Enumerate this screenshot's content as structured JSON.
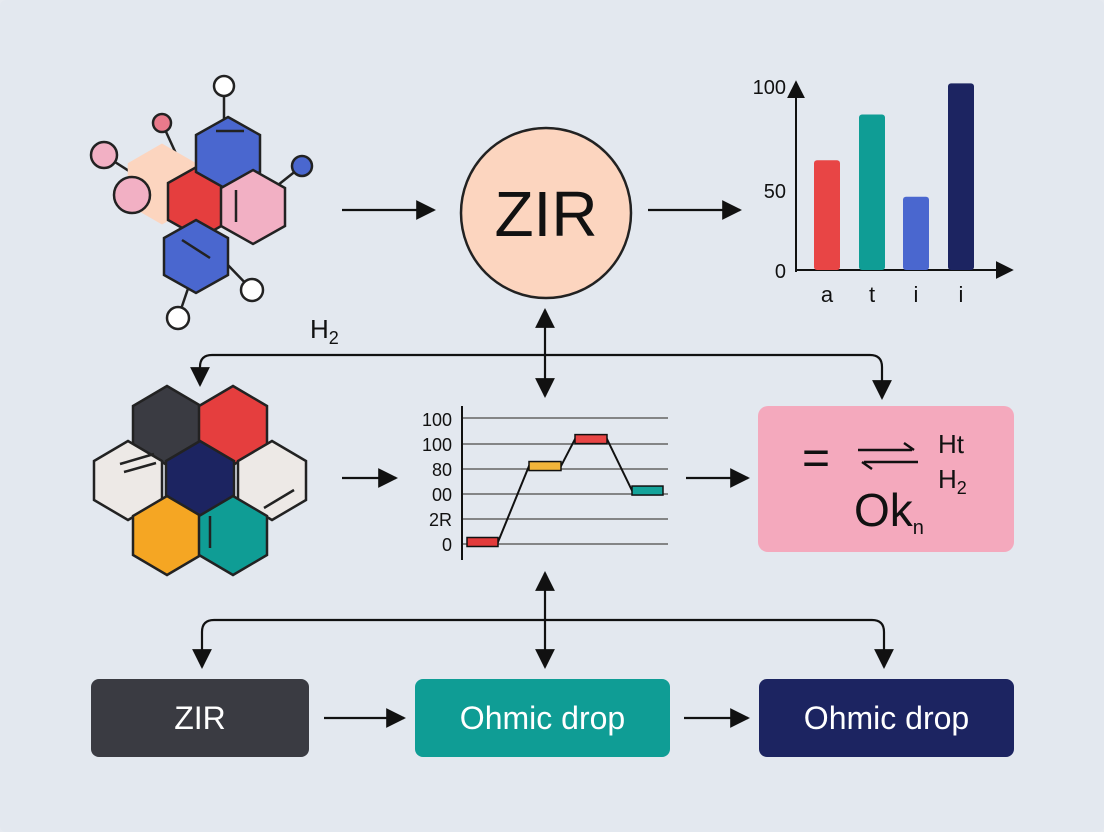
{
  "hub": {
    "label": "ZIR",
    "fill": "#fcd5bf"
  },
  "h2_label_main": "H",
  "h2_label_sub": "2",
  "top_chart": {
    "y_ticks": [
      "100",
      "50",
      "0"
    ],
    "x_ticks": [
      "a",
      "t",
      "i",
      "i"
    ],
    "bar_colors": [
      "#e84545",
      "#0f9d95",
      "#4a67cf",
      "#1c2461"
    ]
  },
  "chart_data": [
    {
      "type": "bar",
      "categories": [
        "a",
        "t",
        "i",
        "i"
      ],
      "values": [
        60,
        85,
        40,
        102
      ],
      "ylim": [
        0,
        105
      ],
      "y_ticks": [
        0,
        50,
        100
      ],
      "y_tick_labels": [
        "0",
        "50",
        "100"
      ],
      "grid": false,
      "title": "",
      "xlabel": "",
      "ylabel": ""
    },
    {
      "type": "line",
      "y_tick_labels": [
        "100",
        "100",
        "80",
        "00",
        "2R",
        "0"
      ],
      "levels": [
        0,
        3.1,
        4.2,
        2.1
      ],
      "level_colors": [
        "#e33b3b",
        "#f2b53a",
        "#e84545",
        "#14a39a"
      ],
      "grid": true,
      "title": "",
      "xlabel": "",
      "ylabel": ""
    }
  ],
  "equilibrium": {
    "eq_sign": "=",
    "species_top": "Ht",
    "species_bottom_main": "H",
    "species_bottom_sub": "2",
    "main_text": "Ok",
    "main_sub": "n",
    "fill": "#f4a9bd"
  },
  "bottom": {
    "box1": {
      "label": "ZIR",
      "color": "#3a3b42"
    },
    "box2": {
      "label": "Ohmic drop",
      "color": "#0f9d95"
    },
    "box3": {
      "label": "Ohmic drop",
      "color": "#1c2461"
    }
  },
  "colors": {
    "hex_red": "#e53e3e",
    "hex_blue": "#4a67cf",
    "hex_pink": "#f2b0c4",
    "hex_peach": "#fcd5bf",
    "hex_dark": "#3a3b42",
    "hex_navy": "#1c2461",
    "hex_teal": "#0f9d95",
    "hex_yellow": "#f5a623",
    "hex_cream": "#ede9e6",
    "arrow": "#111111"
  }
}
